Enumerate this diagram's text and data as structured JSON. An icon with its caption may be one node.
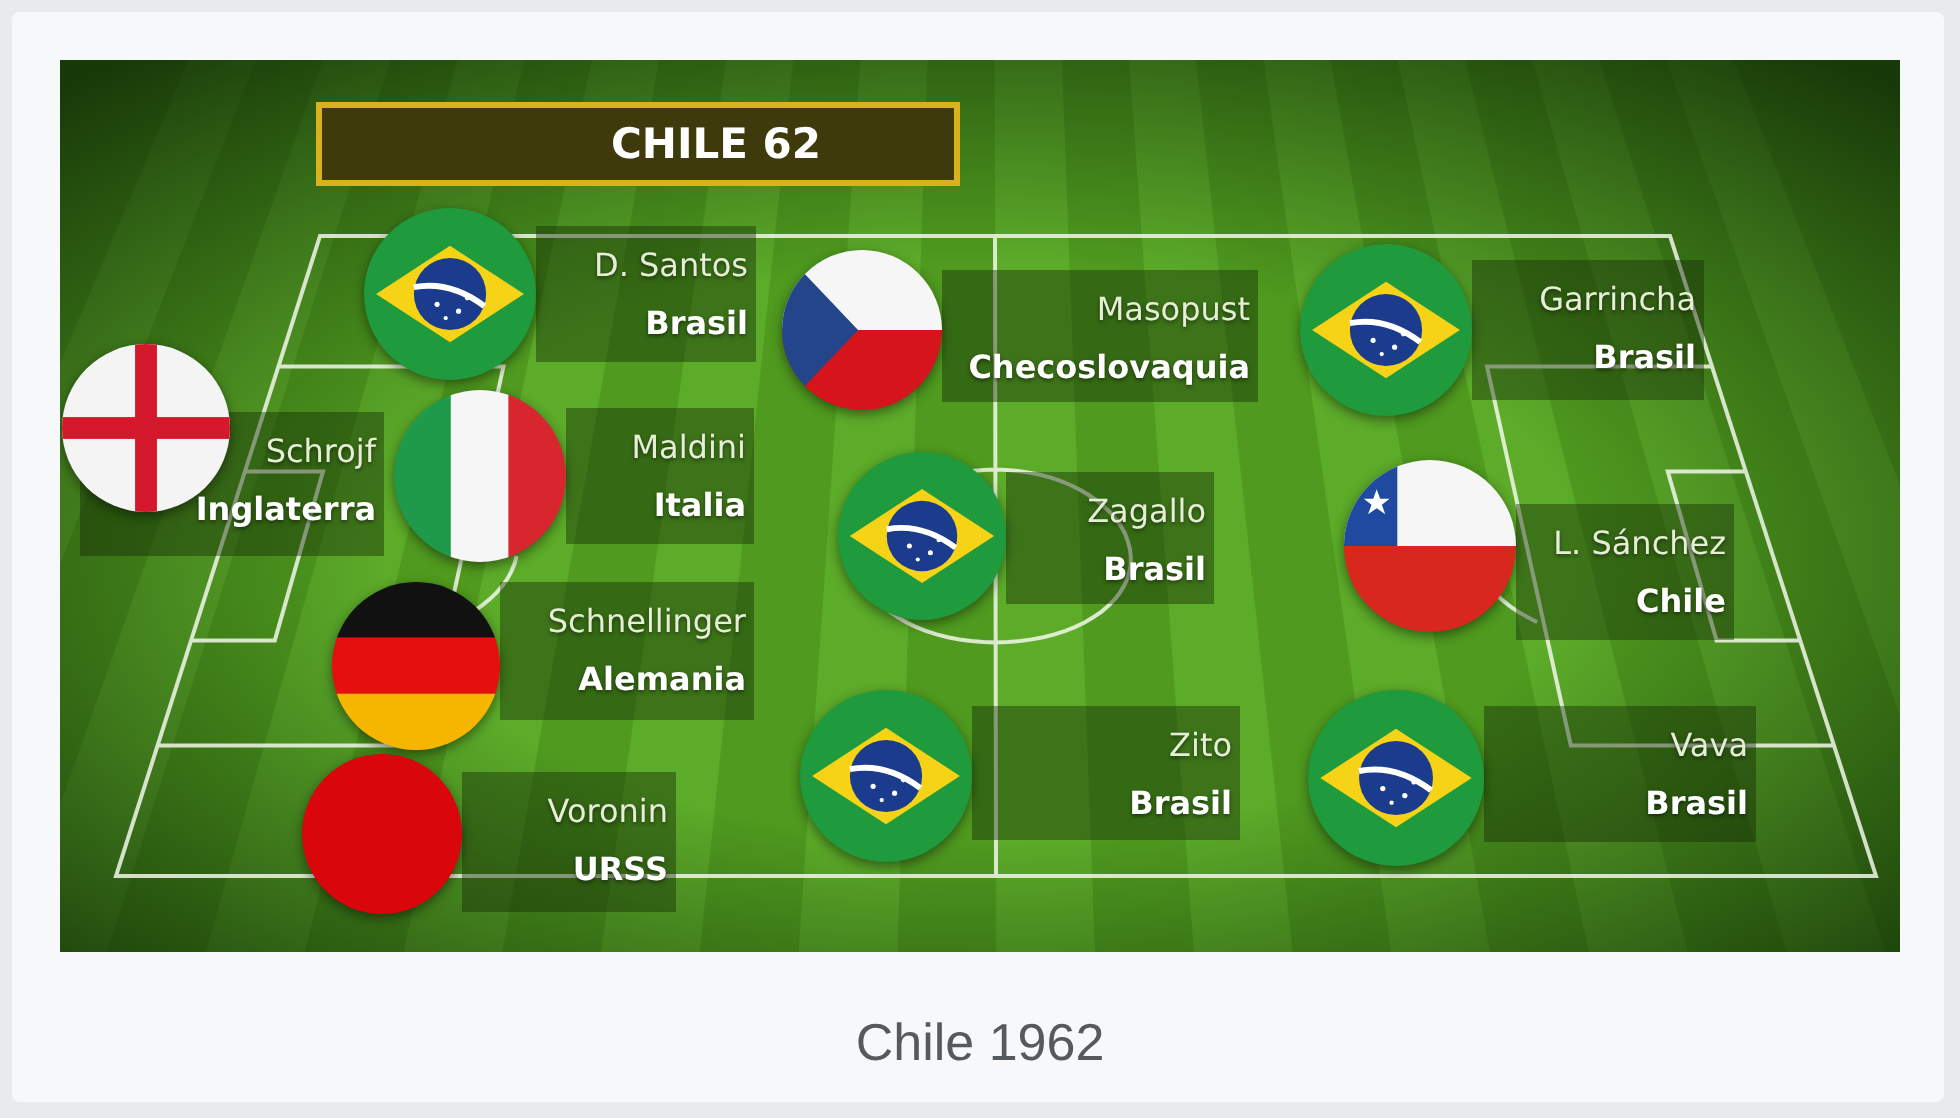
{
  "diagram": {
    "title": "CHILE 62",
    "caption": "Chile 1962",
    "nodes": [
      {
        "text": [
          "Schrojf",
          "Inglaterra"
        ]
      },
      {
        "text": [
          "D. Santos",
          "Brasil"
        ]
      },
      {
        "text": [
          "Maldini",
          "Italia"
        ]
      },
      {
        "text": [
          "Schnellinger",
          "Alemania"
        ]
      },
      {
        "text": [
          "Voronin",
          "URSS"
        ]
      },
      {
        "text": [
          "Masopust",
          "Checoslovaquia"
        ]
      },
      {
        "text": [
          "Zagallo",
          "Brasil"
        ]
      },
      {
        "text": [
          "Zito",
          "Brasil"
        ]
      },
      {
        "text": [
          "Garrincha",
          "Brasil"
        ]
      },
      {
        "text": [
          "L. Sánchez",
          "Chile"
        ]
      },
      {
        "text": [
          "Vava",
          "Brasil"
        ]
      }
    ]
  }
}
